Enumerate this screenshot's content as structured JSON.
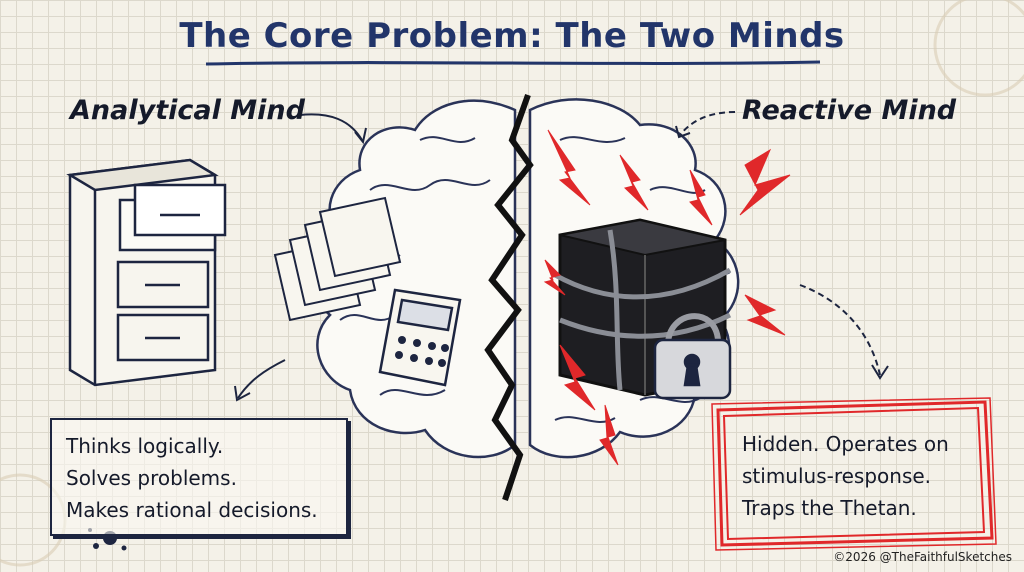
{
  "title": "The Core Problem: The Two Minds",
  "analytical": {
    "label": "Analytical Mind",
    "lines": [
      "Thinks logically.",
      "Solves problems.",
      "Makes rational decisions."
    ]
  },
  "reactive": {
    "label": "Reactive Mind",
    "lines": [
      "Hidden. Operates on",
      "stimulus-response.",
      "Traps the Thetan."
    ]
  },
  "copyright": "©2026 @TheFaithfulSketches",
  "colors": {
    "ink": "#1d2540",
    "title": "#22356a",
    "accent": "#e0282a",
    "paper": "#f4f1e8"
  },
  "icons": [
    "filing-cabinet-icon",
    "folders-icon",
    "calculator-icon",
    "chained-box-icon",
    "padlock-icon",
    "lightning-icon"
  ]
}
